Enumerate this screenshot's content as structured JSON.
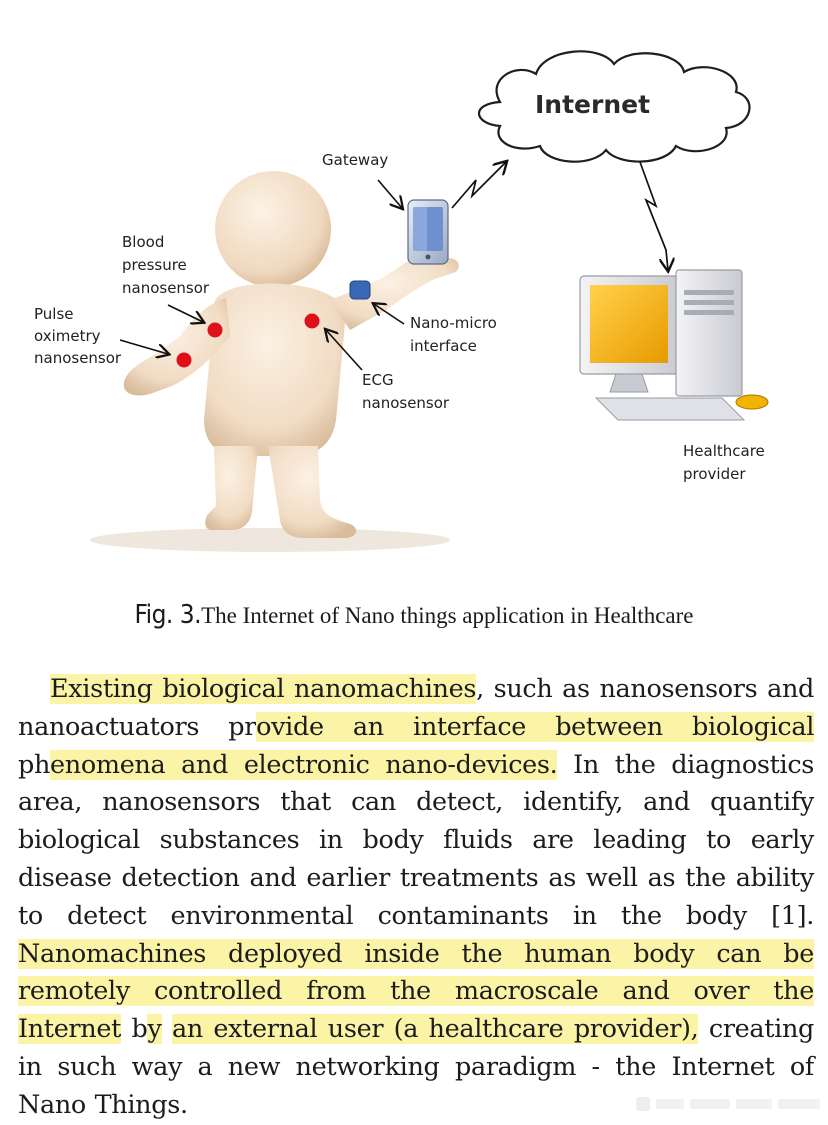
{
  "figure": {
    "cloud_label": "Internet",
    "labels": {
      "gateway": "Gateway",
      "blood_pressure": "Blood\npressure\nnanosensor",
      "pulse_oximetry": "Pulse\noximetry\nnanosensor",
      "nano_micro": "Nano-micro\ninterface",
      "ecg": "ECG\nnanosensor",
      "healthcare_provider": "Healthcare\nprovider"
    },
    "colors": {
      "sensor_dot": "#e0101a",
      "figure_body": "#f1dcc4",
      "screen": "#f2b400",
      "interface_patch": "#3a68b8"
    }
  },
  "caption": {
    "number": "Fig. 3.",
    "text": "The Internet of Nano things application in Healthcare"
  },
  "body": {
    "s1a": "Existing biological nanomachines",
    "s1b": ", such as nanosensors and nanoactuators pr",
    "s1c": "ovide an interface between biological",
    "s1d": " ph",
    "s1e": "enomena and electronic nano-devices.",
    "s2": " In the diagnostics area, nanosensors that can detect, identify, and quantify biological substances in body fluids are leading to early disease detection and earlier treatments as well as the ability to detect environmental contaminants in the body [1]. ",
    "s3a": "Nanomachines deployed inside the human body can be remotely controlled from the macroscale and over the Internet",
    "s3b": " b",
    "s3c": "y",
    "s3d": " ",
    "s3e": "an external user (a healthcare provider),",
    "s4": " creating in such way a new networking paradigm - the Internet of Nano Things."
  }
}
